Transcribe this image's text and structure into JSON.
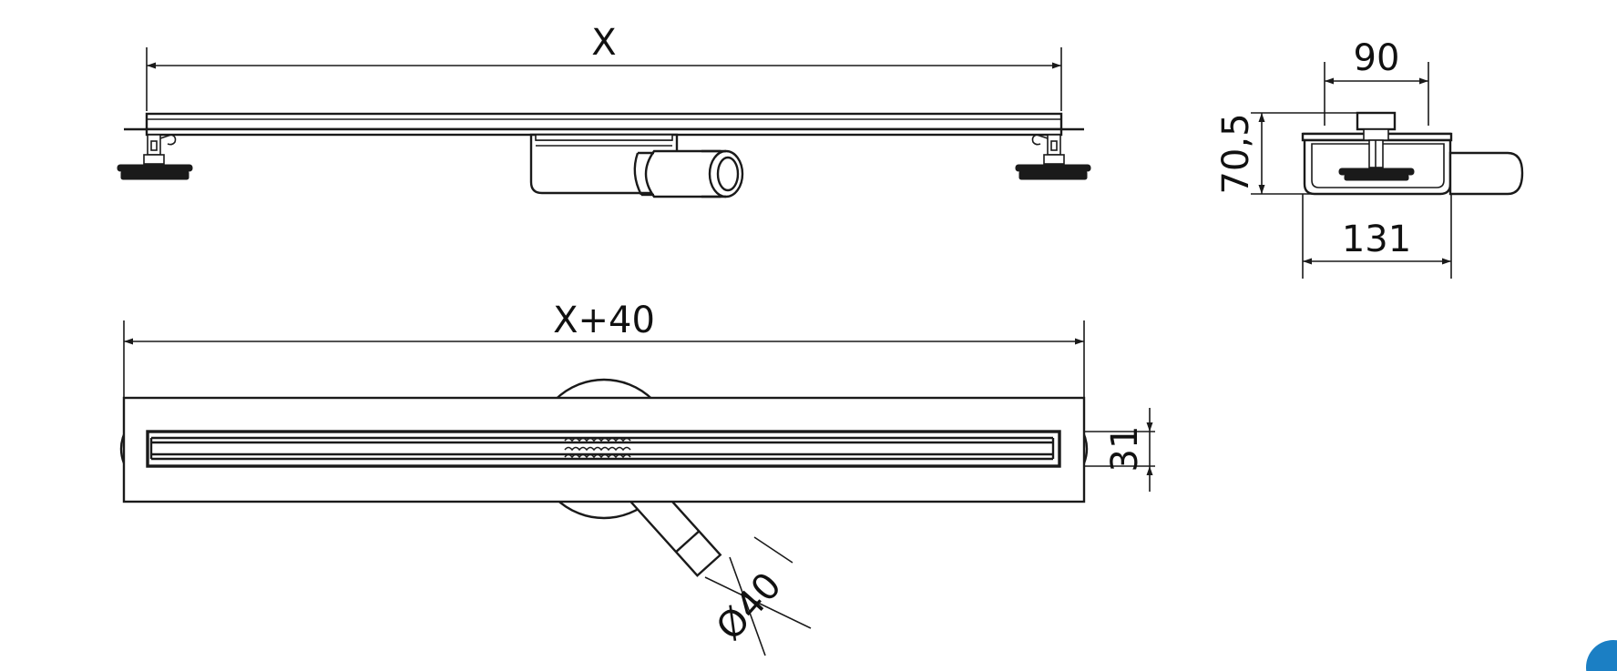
{
  "dimensions": {
    "length_top": "X",
    "length_bottom": "X+40",
    "width_top": "90",
    "width_bottom": "131",
    "height": "70,5",
    "grate_width": "31",
    "outlet_diameter": "Ø40"
  },
  "colors": {
    "line": "#1a1a1a",
    "background": "#ffffff",
    "badge": "#1b7fc4"
  },
  "badge_icon": "circle-badge"
}
